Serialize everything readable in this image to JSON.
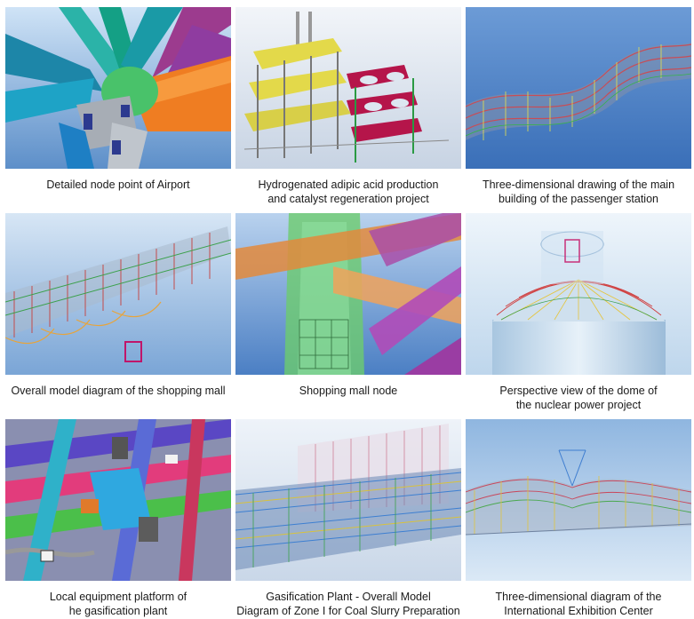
{
  "gallery": {
    "items": [
      {
        "caption": [
          "Detailed node point of Airport"
        ]
      },
      {
        "caption": [
          "Hydrogenated adipic acid production",
          "and catalyst regeneration project"
        ]
      },
      {
        "caption": [
          "Three-dimensional drawing of the main",
          "building of the passenger station"
        ]
      },
      {
        "caption": [
          "Overall model diagram of the shopping mall"
        ]
      },
      {
        "caption": [
          "Shopping mall node"
        ]
      },
      {
        "caption": [
          "Perspective view of the dome of",
          "the nuclear power project"
        ]
      },
      {
        "caption": [
          "Local equipment platform of",
          "he gasification plant"
        ]
      },
      {
        "caption": [
          "Gasification Plant - Overall Model",
          "Diagram of Zone I for Coal Slurry Preparation"
        ]
      },
      {
        "caption": [
          "Three-dimensional diagram of the",
          "International Exhibition Center"
        ]
      }
    ]
  }
}
